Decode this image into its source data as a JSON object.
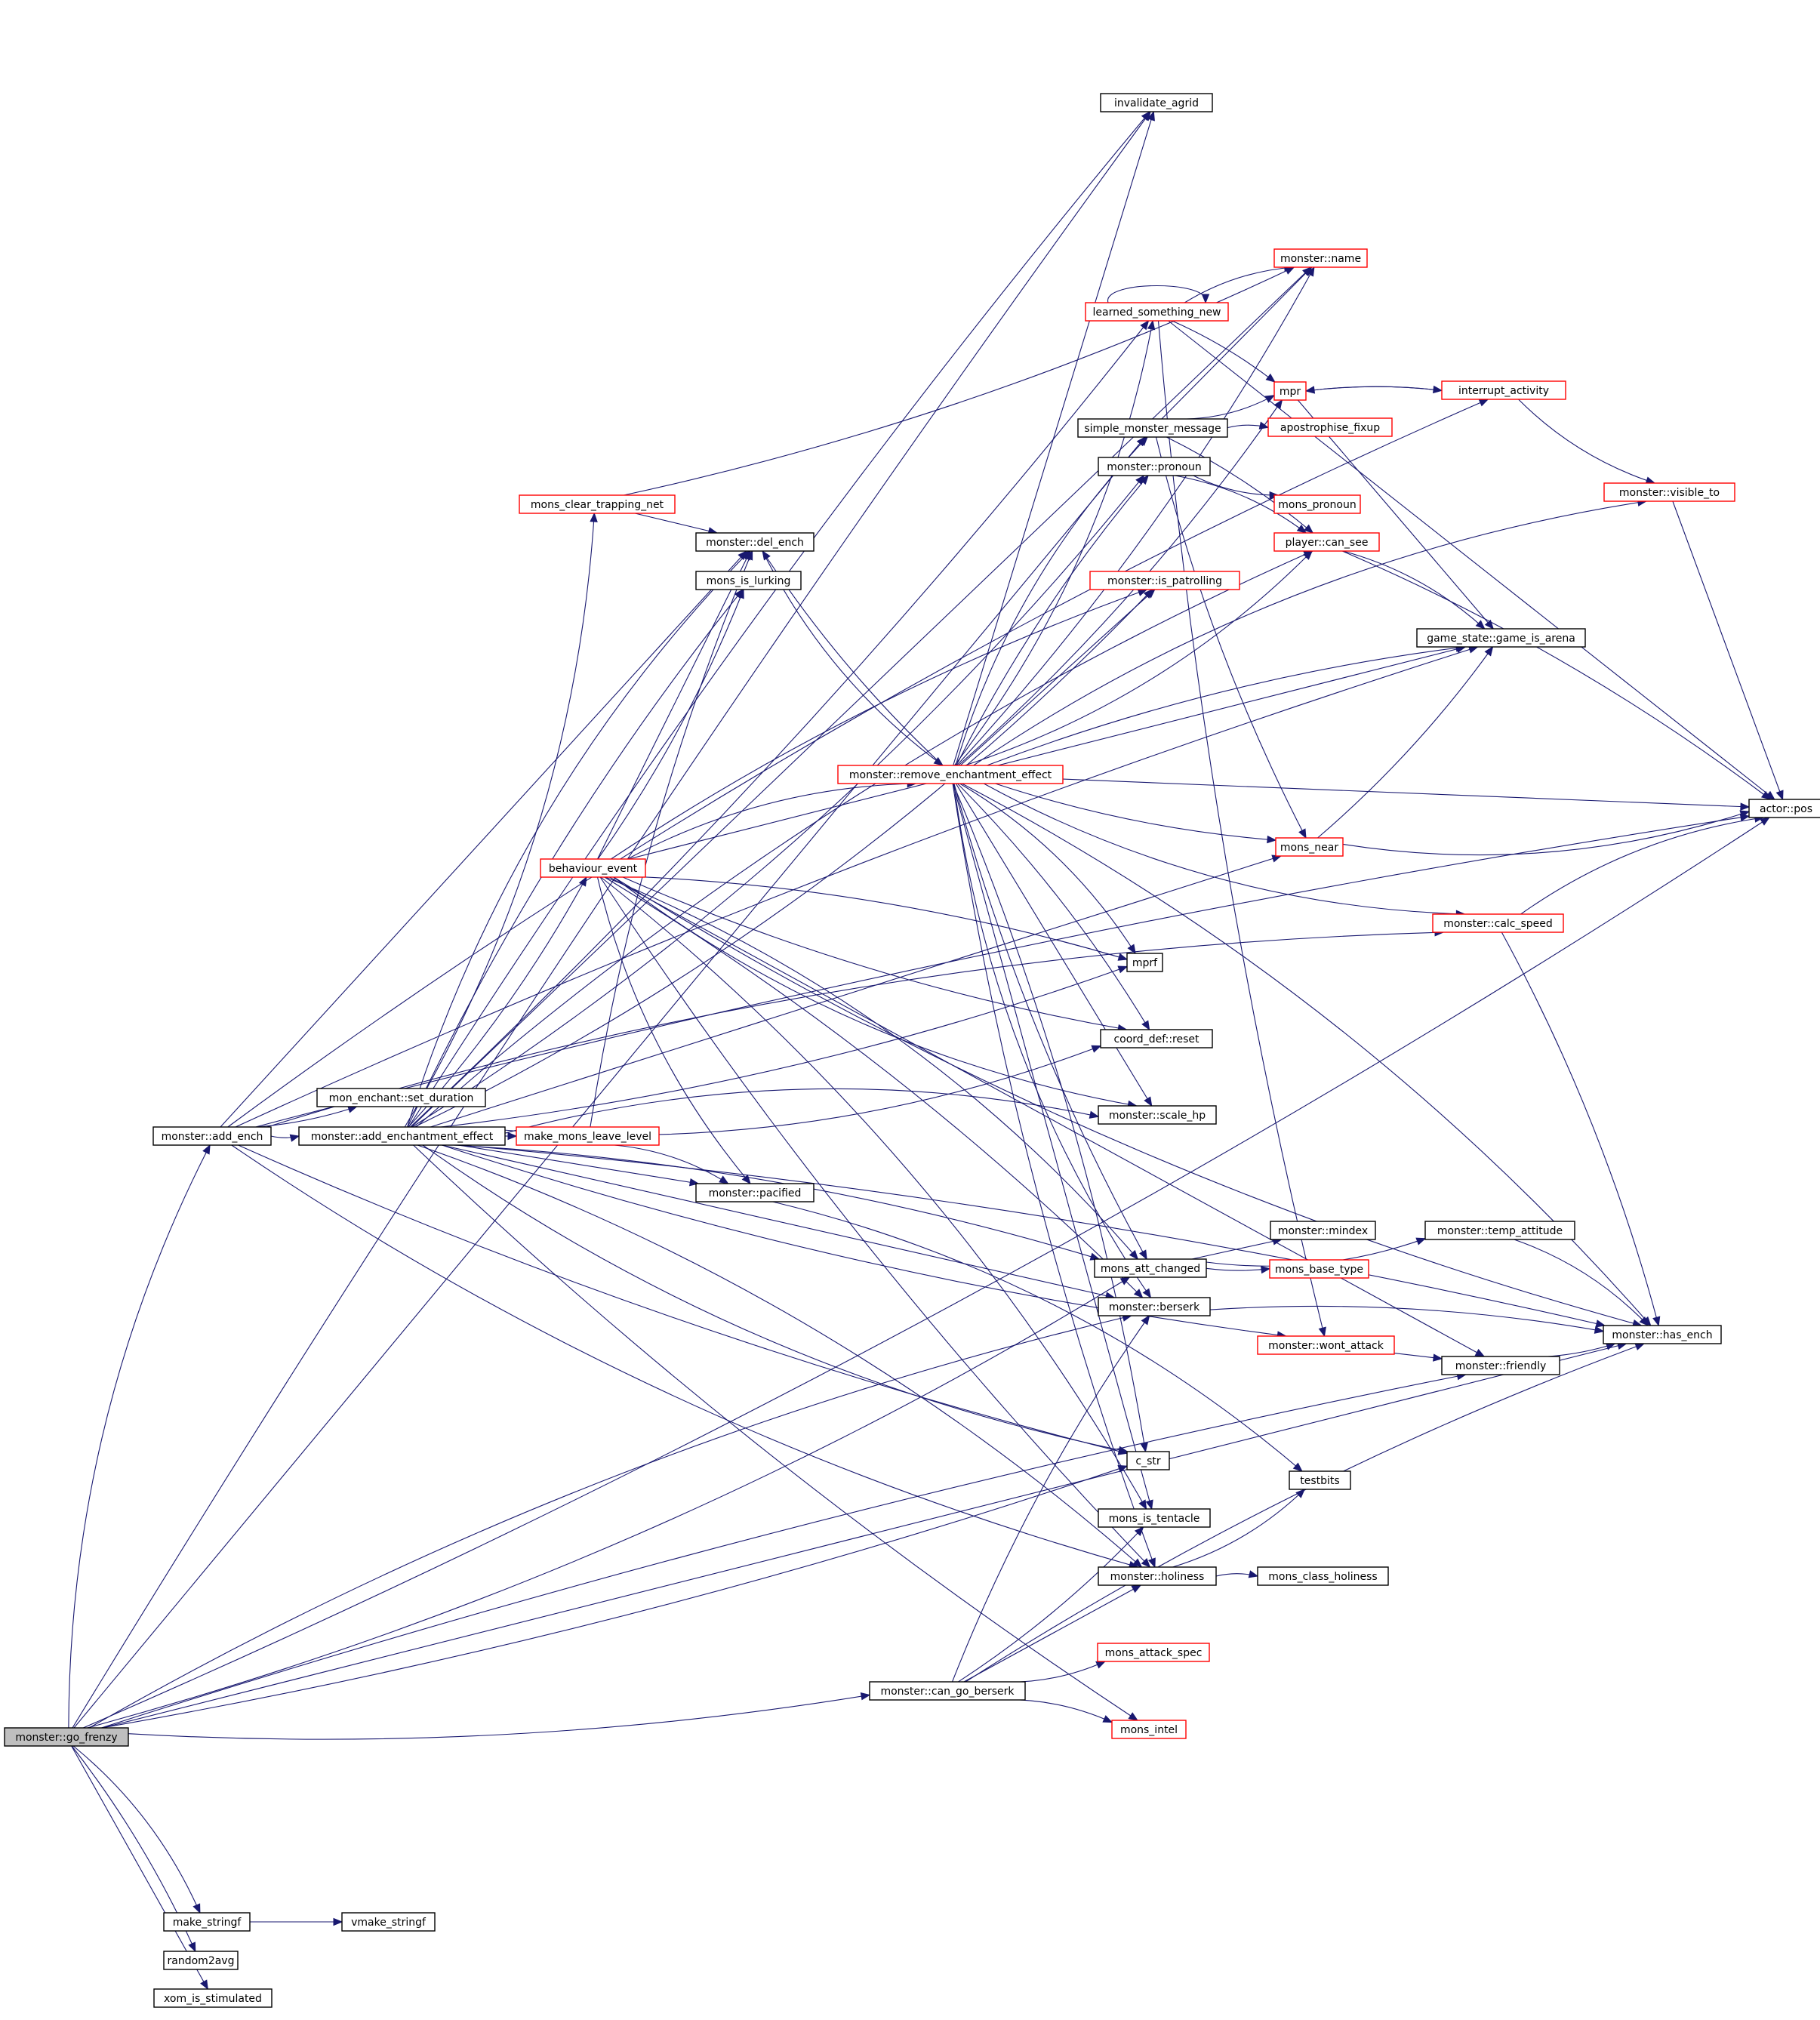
{
  "colors": {
    "edge": "#191970",
    "node_border_plain": "#000000",
    "node_border_linked": "#ff0000",
    "node_fill": "#ffffff",
    "root_fill": "#bfbfbf"
  },
  "nodes": {
    "go_frenzy": {
      "label": "monster::go_frenzy",
      "style": "root"
    },
    "add_ench": {
      "label": "monster::add_ench",
      "style": "plain"
    },
    "set_duration": {
      "label": "mon_enchant::set_duration",
      "style": "plain"
    },
    "add_enchantment_effect": {
      "label": "monster::add_enchantment_effect",
      "style": "plain"
    },
    "make_mons_leave_level": {
      "label": "make_mons_leave_level",
      "style": "red"
    },
    "behaviour_event": {
      "label": "behaviour_event",
      "style": "red"
    },
    "mons_clear_trapping_net": {
      "label": "mons_clear_trapping_net",
      "style": "red"
    },
    "del_ench": {
      "label": "monster::del_ench",
      "style": "plain"
    },
    "mons_is_lurking": {
      "label": "mons_is_lurking",
      "style": "plain"
    },
    "pacified": {
      "label": "monster::pacified",
      "style": "plain"
    },
    "remove_enchantment_effect": {
      "label": "monster::remove_enchantment_effect",
      "style": "red"
    },
    "invalidate_agrid": {
      "label": "invalidate_agrid",
      "style": "plain"
    },
    "monster_name": {
      "label": "monster::name",
      "style": "red"
    },
    "learned_something_new": {
      "label": "learned_something_new",
      "style": "red"
    },
    "simple_monster_message": {
      "label": "simple_monster_message",
      "style": "plain"
    },
    "pronoun": {
      "label": "monster::pronoun",
      "style": "plain"
    },
    "is_patrolling": {
      "label": "monster::is_patrolling",
      "style": "red"
    },
    "mpr": {
      "label": "mpr",
      "style": "red"
    },
    "interrupt_activity": {
      "label": "interrupt_activity",
      "style": "red"
    },
    "apostrophise_fixup": {
      "label": "apostrophise_fixup",
      "style": "red"
    },
    "mons_pronoun": {
      "label": "mons_pronoun",
      "style": "red"
    },
    "player_can_see": {
      "label": "player::can_see",
      "style": "red"
    },
    "visible_to": {
      "label": "monster::visible_to",
      "style": "red"
    },
    "game_is_arena": {
      "label": "game_state::game_is_arena",
      "style": "plain"
    },
    "actor_pos": {
      "label": "actor::pos",
      "style": "plain"
    },
    "mons_near": {
      "label": "mons_near",
      "style": "red"
    },
    "calc_speed": {
      "label": "monster::calc_speed",
      "style": "red"
    },
    "mprf": {
      "label": "mprf",
      "style": "plain"
    },
    "coord_reset": {
      "label": "coord_def::reset",
      "style": "plain"
    },
    "scale_hp": {
      "label": "monster::scale_hp",
      "style": "plain"
    },
    "mons_att_changed": {
      "label": "mons_att_changed",
      "style": "plain"
    },
    "mindex": {
      "label": "monster::mindex",
      "style": "plain"
    },
    "mons_base_type": {
      "label": "mons_base_type",
      "style": "red"
    },
    "temp_attitude": {
      "label": "monster::temp_attitude",
      "style": "plain"
    },
    "berserk": {
      "label": "monster::berserk",
      "style": "plain"
    },
    "wont_attack": {
      "label": "monster::wont_attack",
      "style": "red"
    },
    "friendly": {
      "label": "monster::friendly",
      "style": "plain"
    },
    "has_ench": {
      "label": "monster::has_ench",
      "style": "plain"
    },
    "c_str": {
      "label": "c_str",
      "style": "plain"
    },
    "testbits": {
      "label": "testbits",
      "style": "plain"
    },
    "mons_is_tentacle": {
      "label": "mons_is_tentacle",
      "style": "plain"
    },
    "holiness": {
      "label": "monster::holiness",
      "style": "plain"
    },
    "mons_class_holiness": {
      "label": "mons_class_holiness",
      "style": "plain"
    },
    "mons_attack_spec": {
      "label": "mons_attack_spec",
      "style": "red"
    },
    "can_go_berserk": {
      "label": "monster::can_go_berserk",
      "style": "plain"
    },
    "mons_intel": {
      "label": "mons_intel",
      "style": "red"
    },
    "make_stringf": {
      "label": "make_stringf",
      "style": "plain"
    },
    "vmake_stringf": {
      "label": "vmake_stringf",
      "style": "plain"
    },
    "random2avg": {
      "label": "random2avg",
      "style": "plain"
    },
    "xom_is_stimulated": {
      "label": "xom_is_stimulated",
      "style": "plain"
    }
  },
  "edges": [
    [
      "go_frenzy",
      "add_ench"
    ],
    [
      "go_frenzy",
      "invalidate_agrid"
    ],
    [
      "go_frenzy",
      "simple_monster_message"
    ],
    [
      "go_frenzy",
      "c_str"
    ],
    [
      "go_frenzy",
      "mons_att_changed"
    ],
    [
      "go_frenzy",
      "berserk"
    ],
    [
      "go_frenzy",
      "friendly"
    ],
    [
      "go_frenzy",
      "has_ench"
    ],
    [
      "go_frenzy",
      "can_go_berserk"
    ],
    [
      "go_frenzy",
      "actor_pos"
    ],
    [
      "go_frenzy",
      "make_stringf"
    ],
    [
      "go_frenzy",
      "random2avg"
    ],
    [
      "go_frenzy",
      "xom_is_stimulated"
    ],
    [
      "add_ench",
      "set_duration"
    ],
    [
      "add_ench",
      "add_enchantment_effect"
    ],
    [
      "add_ench",
      "interrupt_activity"
    ],
    [
      "add_ench",
      "actor_pos"
    ],
    [
      "add_ench",
      "del_ench"
    ],
    [
      "add_ench",
      "c_str"
    ],
    [
      "add_ench",
      "holiness"
    ],
    [
      "add_ench",
      "calc_speed"
    ],
    [
      "add_ench",
      "game_is_arena"
    ],
    [
      "add_enchantment_effect",
      "make_mons_leave_level"
    ],
    [
      "add_enchantment_effect",
      "behaviour_event"
    ],
    [
      "add_enchantment_effect",
      "mons_clear_trapping_net"
    ],
    [
      "add_enchantment_effect",
      "del_ench"
    ],
    [
      "add_enchantment_effect",
      "invalidate_agrid"
    ],
    [
      "add_enchantment_effect",
      "monster_name"
    ],
    [
      "add_enchantment_effect",
      "learned_something_new"
    ],
    [
      "add_enchantment_effect",
      "pronoun"
    ],
    [
      "add_enchantment_effect",
      "player_can_see"
    ],
    [
      "add_enchantment_effect",
      "mons_is_lurking"
    ],
    [
      "add_enchantment_effect",
      "pacified"
    ],
    [
      "add_enchantment_effect",
      "mprf"
    ],
    [
      "add_enchantment_effect",
      "coord_reset"
    ],
    [
      "add_enchantment_effect",
      "scale_hp"
    ],
    [
      "add_enchantment_effect",
      "mons_att_changed"
    ],
    [
      "add_enchantment_effect",
      "berserk"
    ],
    [
      "add_enchantment_effect",
      "wont_attack"
    ],
    [
      "add_enchantment_effect",
      "c_str"
    ],
    [
      "add_enchantment_effect",
      "holiness"
    ],
    [
      "add_enchantment_effect",
      "has_ench"
    ],
    [
      "add_enchantment_effect",
      "mons_near"
    ],
    [
      "add_enchantment_effect",
      "mons_intel"
    ],
    [
      "add_enchantment_effect",
      "is_patrolling"
    ],
    [
      "make_mons_leave_level",
      "pacified"
    ],
    [
      "make_mons_leave_level",
      "del_ench"
    ],
    [
      "behaviour_event",
      "del_ench"
    ],
    [
      "behaviour_event",
      "mons_is_lurking"
    ],
    [
      "behaviour_event",
      "pacified"
    ],
    [
      "behaviour_event",
      "remove_enchantment_effect"
    ],
    [
      "behaviour_event",
      "is_patrolling"
    ],
    [
      "behaviour_event",
      "game_is_arena"
    ],
    [
      "behaviour_event",
      "coord_reset"
    ],
    [
      "behaviour_event",
      "scale_hp"
    ],
    [
      "behaviour_event",
      "mons_att_changed"
    ],
    [
      "behaviour_event",
      "berserk"
    ],
    [
      "behaviour_event",
      "friendly"
    ],
    [
      "behaviour_event",
      "holiness"
    ],
    [
      "behaviour_event",
      "has_ench"
    ],
    [
      "behaviour_event",
      "mons_is_tentacle"
    ],
    [
      "behaviour_event",
      "mprf"
    ],
    [
      "mons_clear_trapping_net",
      "del_ench"
    ],
    [
      "mons_clear_trapping_net",
      "monster_name"
    ],
    [
      "del_ench",
      "remove_enchantment_effect"
    ],
    [
      "pacified",
      "testbits"
    ],
    [
      "remove_enchantment_effect",
      "del_ench"
    ],
    [
      "remove_enchantment_effect",
      "invalidate_agrid"
    ],
    [
      "remove_enchantment_effect",
      "monster_name"
    ],
    [
      "remove_enchantment_effect",
      "learned_something_new"
    ],
    [
      "remove_enchantment_effect",
      "simple_monster_message"
    ],
    [
      "remove_enchantment_effect",
      "pronoun"
    ],
    [
      "remove_enchantment_effect",
      "is_patrolling"
    ],
    [
      "remove_enchantment_effect",
      "mpr"
    ],
    [
      "remove_enchantment_effect",
      "player_can_see"
    ],
    [
      "remove_enchantment_effect",
      "visible_to"
    ],
    [
      "remove_enchantment_effect",
      "game_is_arena"
    ],
    [
      "remove_enchantment_effect",
      "actor_pos"
    ],
    [
      "remove_enchantment_effect",
      "mons_near"
    ],
    [
      "remove_enchantment_effect",
      "calc_speed"
    ],
    [
      "remove_enchantment_effect",
      "mprf"
    ],
    [
      "remove_enchantment_effect",
      "coord_reset"
    ],
    [
      "remove_enchantment_effect",
      "scale_hp"
    ],
    [
      "remove_enchantment_effect",
      "mons_att_changed"
    ],
    [
      "remove_enchantment_effect",
      "berserk"
    ],
    [
      "remove_enchantment_effect",
      "has_ench"
    ],
    [
      "remove_enchantment_effect",
      "c_str"
    ],
    [
      "remove_enchantment_effect",
      "mons_is_tentacle"
    ],
    [
      "remove_enchantment_effect",
      "holiness"
    ],
    [
      "learned_something_new",
      "learned_something_new"
    ],
    [
      "learned_something_new",
      "monster_name"
    ],
    [
      "learned_something_new",
      "mpr"
    ],
    [
      "learned_something_new",
      "actor_pos"
    ],
    [
      "learned_something_new",
      "wont_attack"
    ],
    [
      "simple_monster_message",
      "mpr"
    ],
    [
      "simple_monster_message",
      "apostrophise_fixup"
    ],
    [
      "simple_monster_message",
      "player_can_see"
    ],
    [
      "simple_monster_message",
      "monster_name"
    ],
    [
      "simple_monster_message",
      "mons_near"
    ],
    [
      "pronoun",
      "mons_pronoun"
    ],
    [
      "pronoun",
      "player_can_see"
    ],
    [
      "mpr",
      "interrupt_activity"
    ],
    [
      "mpr",
      "game_is_arena"
    ],
    [
      "interrupt_activity",
      "mpr"
    ],
    [
      "interrupt_activity",
      "visible_to"
    ],
    [
      "player_can_see",
      "game_is_arena"
    ],
    [
      "player_can_see",
      "actor_pos"
    ],
    [
      "visible_to",
      "actor_pos"
    ],
    [
      "mons_near",
      "game_is_arena"
    ],
    [
      "mons_near",
      "actor_pos"
    ],
    [
      "calc_speed",
      "actor_pos"
    ],
    [
      "calc_speed",
      "has_ench"
    ],
    [
      "mons_att_changed",
      "mindex"
    ],
    [
      "mons_att_changed",
      "mons_base_type"
    ],
    [
      "mons_att_changed",
      "temp_attitude"
    ],
    [
      "temp_attitude",
      "has_ench"
    ],
    [
      "berserk",
      "has_ench"
    ],
    [
      "wont_attack",
      "friendly"
    ],
    [
      "friendly",
      "has_ench"
    ],
    [
      "holiness",
      "testbits"
    ],
    [
      "holiness",
      "mons_class_holiness"
    ],
    [
      "can_go_berserk",
      "berserk"
    ],
    [
      "can_go_berserk",
      "holiness"
    ],
    [
      "can_go_berserk",
      "mons_is_tentacle"
    ],
    [
      "can_go_berserk",
      "mons_attack_spec"
    ],
    [
      "can_go_berserk",
      "mons_intel"
    ],
    [
      "can_go_berserk",
      "has_ench"
    ],
    [
      "make_stringf",
      "vmake_stringf"
    ]
  ]
}
